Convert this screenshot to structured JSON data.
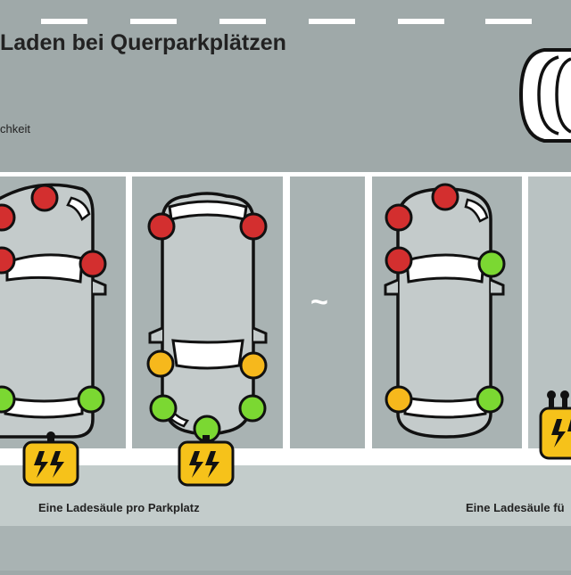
{
  "header": {
    "title": "Laden bei Querparkplätzen",
    "note_line1": "chkeit",
    "note_line2": "."
  },
  "captions": {
    "left": "Eine Ladesäule pro Parkplatz",
    "right": "Eine Ladesäule fü"
  },
  "spot_symbol": "~",
  "colors": {
    "background": "#9fa9a9",
    "bay": "#a9b3b3",
    "car_body": "#c4cbcb",
    "outline": "#111111",
    "red": "#d32f2f",
    "yellow": "#f6b81c",
    "green": "#7bd832",
    "charger": "#f6c21a"
  },
  "cars": [
    {
      "name": "car-1",
      "ports": [
        "red",
        "red",
        "red",
        "red",
        "green",
        "green"
      ]
    },
    {
      "name": "car-2",
      "ports": [
        "red",
        "red",
        "yellow",
        "yellow",
        "green",
        "green",
        "green"
      ]
    },
    {
      "name": "car-3",
      "ports": [
        "red",
        "red",
        "red",
        "green",
        "yellow",
        "green"
      ]
    }
  ]
}
